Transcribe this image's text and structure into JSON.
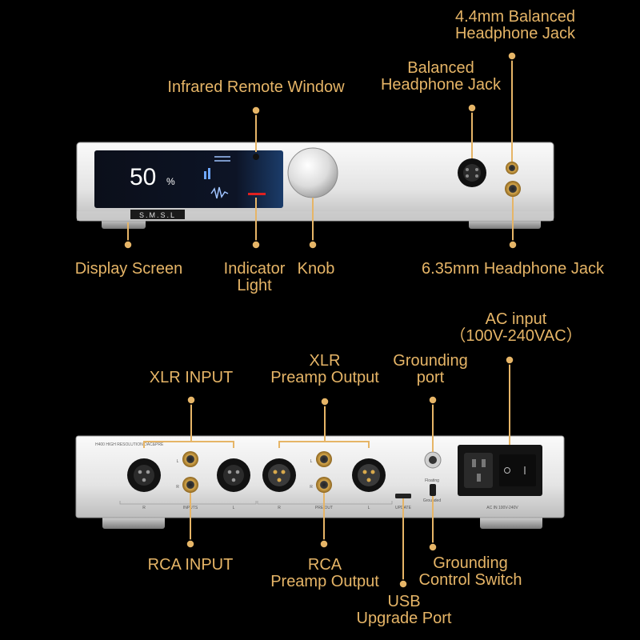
{
  "front": {
    "display_value": "50",
    "display_unit": "%",
    "brand": "S.M.S.L",
    "labels": {
      "jack44": [
        "4.4mm Balanced",
        "Headphone Jack"
      ],
      "balanced": [
        "Balanced",
        "Headphone Jack"
      ],
      "infrared": "Infrared Remote Window",
      "display": "Display Screen",
      "indicator": [
        "Indicator",
        "Light"
      ],
      "knob": "Knob",
      "jack635": "6.35mm Headphone Jack"
    }
  },
  "rear": {
    "model_text": "H400 HIGH RESOLUTION DAC&PRE",
    "panel_text": {
      "l": "L",
      "r": "R",
      "inputs": "INPUTS",
      "preout": "PRE OUT",
      "update": "UPDATE",
      "floating": "Floating",
      "grounded": "Grounded",
      "ac": "AC IN 100V-240V"
    },
    "labels": {
      "ac": [
        "AC input",
        "（100V-240VAC）"
      ],
      "xlr_pre": [
        "XLR",
        "Preamp Output"
      ],
      "ground_port": [
        "Grounding",
        "port"
      ],
      "xlr_in": "XLR INPUT",
      "rca_in": "RCA INPUT",
      "rca_pre": [
        "RCA",
        "Preamp Output"
      ],
      "ground_switch": [
        "Grounding",
        "Control Switch"
      ],
      "usb": [
        "USB",
        "Upgrade Port"
      ]
    }
  },
  "colors": {
    "accent": "#e6b567",
    "background": "#000000"
  }
}
